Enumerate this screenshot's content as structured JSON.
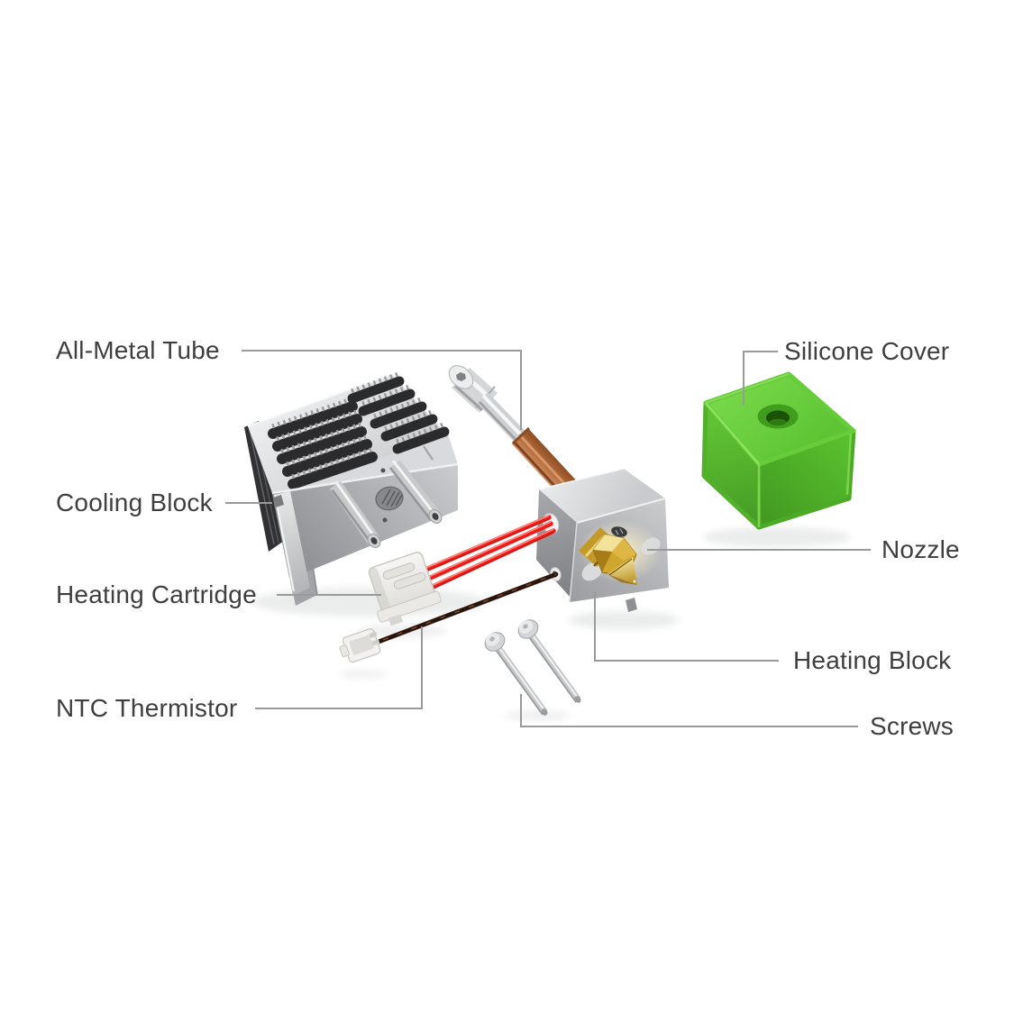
{
  "page": {
    "background": "#ffffff"
  },
  "diagram": {
    "parts": {
      "all_metal_tube": "All-Metal Tube",
      "cooling_block": "Cooling Block",
      "heating_cartridge": "Heating Cartridge",
      "ntc_thermistor": "NTC Thermistor",
      "silicone_cover": "Silicone Cover",
      "nozzle": "Nozzle",
      "heating_block": "Heating Block",
      "screws": "Screws"
    },
    "colors": {
      "background": "#ffffff",
      "label_text": "#3f3f3f",
      "leader_line": "#9a9a9b",
      "silicone_cover_green": "#5ec433",
      "copper_tube": "#b16a3a",
      "brass_nozzle": "#d0a72d",
      "heater_wire_red": "#ee1c18",
      "thermistor_wire_brown": "#2a140b",
      "metal_gray": "#c6c7c9"
    }
  }
}
